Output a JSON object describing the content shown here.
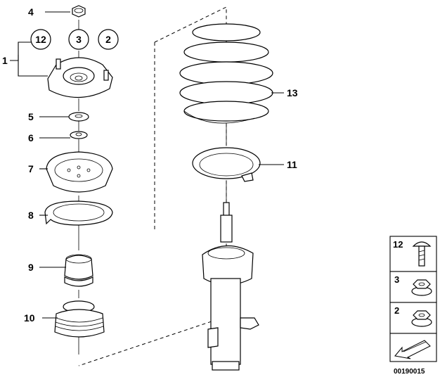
{
  "callouts": {
    "c1": "1",
    "c2": "2",
    "c3": "3",
    "c4": "4",
    "c5": "5",
    "c6": "6",
    "c7": "7",
    "c8": "8",
    "c9": "9",
    "c10": "10",
    "c11": "11",
    "c12": "12",
    "c13": "13"
  },
  "circled": {
    "c12": "12",
    "c3": "3",
    "c2": "2"
  },
  "legend": {
    "item12": "12",
    "item3": "3",
    "item2": "2"
  },
  "doc_number": "00190015"
}
